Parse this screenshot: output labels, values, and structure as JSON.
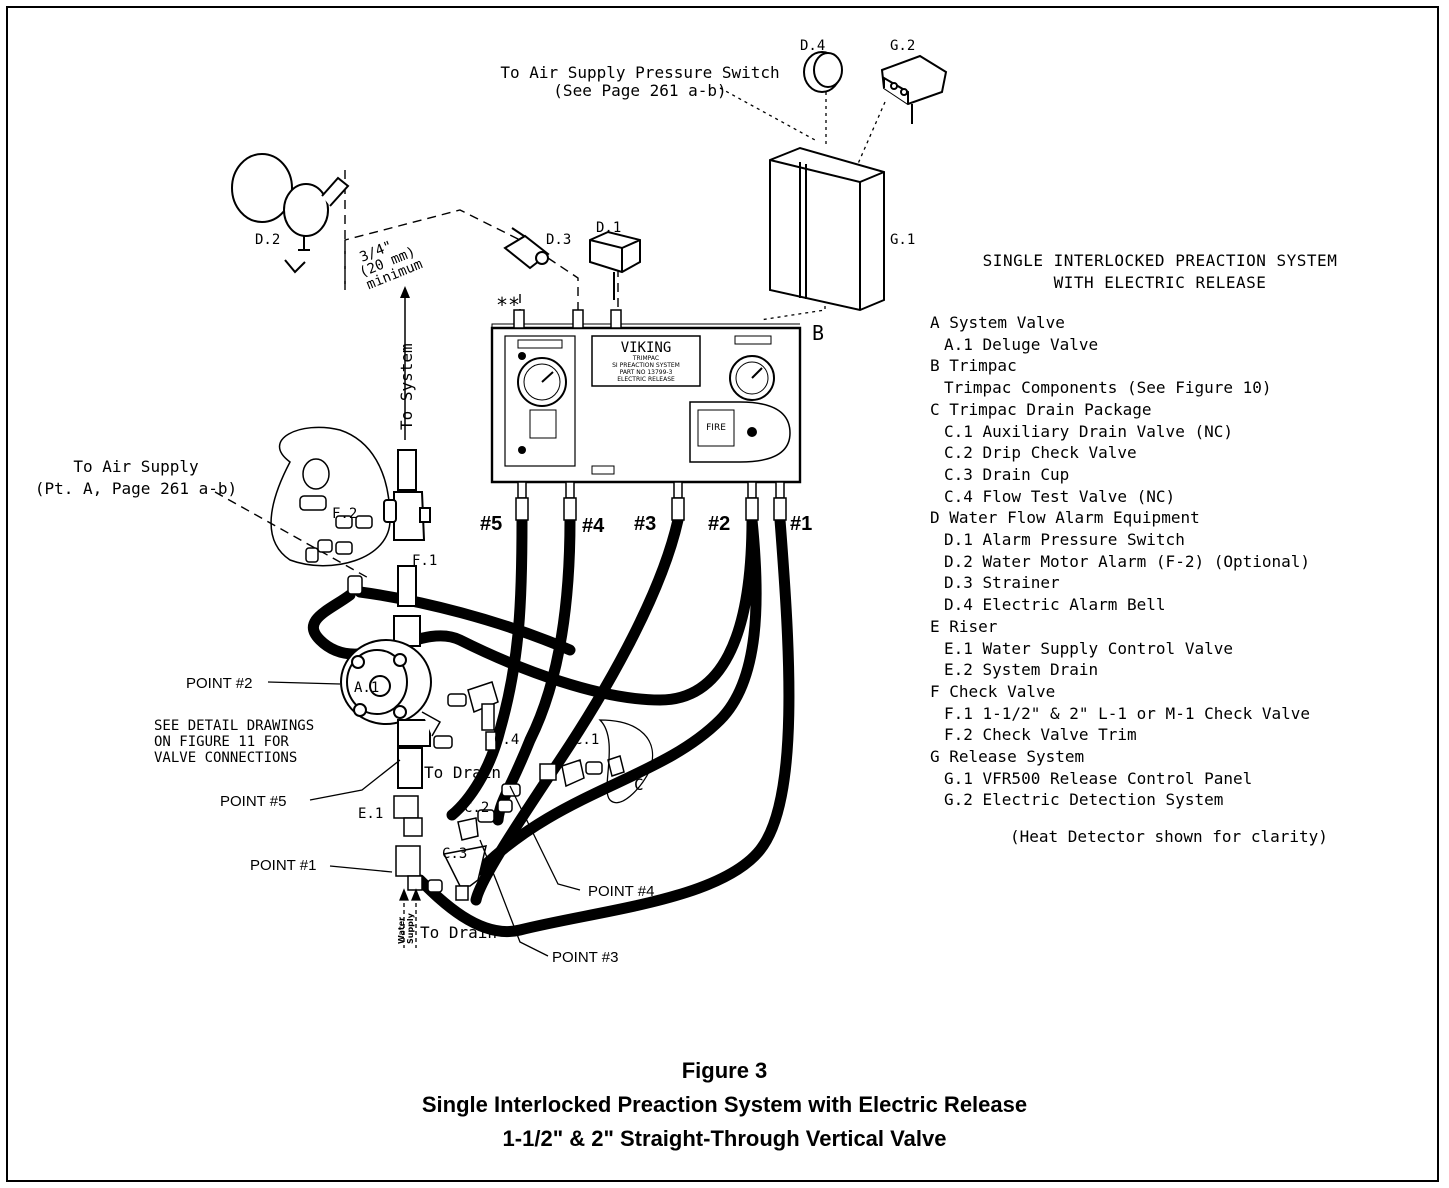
{
  "labels": {
    "air_supply_switch": [
      "To Air Supply Pressure Switch",
      "(See Page 261 a-b)"
    ],
    "to_air_supply": [
      "To Air Supply",
      "(Pt. A, Page 261 a-b)"
    ],
    "to_system": "To System",
    "min_dim": [
      "3/4\"",
      "(20 mm)",
      "minimum"
    ],
    "see_detail": [
      "SEE DETAIL DRAWINGS",
      "ON FIGURE 11 FOR",
      "VALVE CONNECTIONS"
    ],
    "to_drain_1": "To Drain",
    "to_drain_2": "To Drain",
    "water_supply": [
      "Water",
      "Supply"
    ],
    "asterisks": "**",
    "B": "B",
    "C": "C",
    "D1": "D.1",
    "D2": "D.2",
    "D3": "D.3",
    "D4": "D.4",
    "G1": "G.1",
    "G2": "G.2",
    "F1": "F.1",
    "F2": "F.2",
    "A1": "A.1",
    "E1": "E.1",
    "C1": "C.1",
    "C2": "C.2",
    "C3": "C.3",
    "C4": "C.4"
  },
  "ports": [
    "#5",
    "#4",
    "#3",
    "#2",
    "#1"
  ],
  "points": {
    "p1": "POINT #1",
    "p2": "POINT #2",
    "p3": "POINT #3",
    "p4": "POINT #4",
    "p5": "POINT #5"
  },
  "trimpac": {
    "brand": "VIKING",
    "lines": [
      "TRIMPAC",
      "SI PREACTION SYSTEM",
      "PART NO 13799-3",
      "ELECTRIC RELEASE"
    ],
    "fire": "FIRE"
  },
  "legend": {
    "title": [
      "SINGLE INTERLOCKED PREACTION SYSTEM",
      "WITH ELECTRIC RELEASE"
    ],
    "items": [
      {
        "text": "A System Valve",
        "sub": false
      },
      {
        "text": "A.1 Deluge Valve",
        "sub": true
      },
      {
        "text": "B Trimpac",
        "sub": false
      },
      {
        "text": "Trimpac Components (See Figure 10)",
        "sub": true
      },
      {
        "text": "C Trimpac Drain Package",
        "sub": false
      },
      {
        "text": "C.1 Auxiliary Drain Valve (NC)",
        "sub": true
      },
      {
        "text": "C.2 Drip Check Valve",
        "sub": true
      },
      {
        "text": "C.3 Drain Cup",
        "sub": true
      },
      {
        "text": "C.4 Flow Test Valve (NC)",
        "sub": true
      },
      {
        "text": "D Water Flow Alarm Equipment",
        "sub": false
      },
      {
        "text": "D.1 Alarm Pressure Switch",
        "sub": true
      },
      {
        "text": "D.2 Water Motor Alarm (F-2) (Optional)",
        "sub": true
      },
      {
        "text": "D.3 Strainer",
        "sub": true
      },
      {
        "text": "D.4 Electric Alarm Bell",
        "sub": true
      },
      {
        "text": "E Riser",
        "sub": false
      },
      {
        "text": "E.1 Water Supply Control Valve",
        "sub": true
      },
      {
        "text": "E.2 System Drain",
        "sub": true
      },
      {
        "text": "F Check Valve",
        "sub": false
      },
      {
        "text": "F.1 1-1/2\" & 2\" L-1 or M-1 Check Valve",
        "sub": true
      },
      {
        "text": "F.2 Check Valve Trim",
        "sub": true
      },
      {
        "text": "G Release System",
        "sub": false
      },
      {
        "text": "G.1 VFR500 Release Control Panel",
        "sub": true
      },
      {
        "text": "G.2 Electric Detection System",
        "sub": true
      }
    ],
    "note": "(Heat Detector shown for clarity)"
  },
  "caption": {
    "figure": "Figure 3",
    "title": "Single Interlocked Preaction System with Electric Release",
    "subtitle": "1-1/2\" & 2\" Straight-Through Vertical Valve"
  }
}
